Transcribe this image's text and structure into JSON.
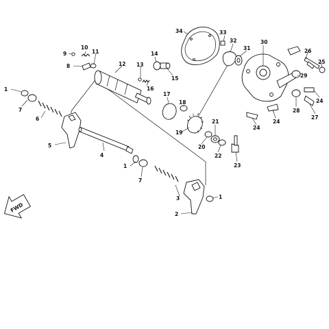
{
  "diagram": {
    "direction_label": "FWD",
    "callouts": [
      {
        "id": "c1a",
        "text": "1"
      },
      {
        "id": "c1b",
        "text": "1"
      },
      {
        "id": "c1c",
        "text": "1"
      },
      {
        "id": "c2",
        "text": "2"
      },
      {
        "id": "c3",
        "text": "3"
      },
      {
        "id": "c4",
        "text": "4"
      },
      {
        "id": "c5",
        "text": "5"
      },
      {
        "id": "c6",
        "text": "6"
      },
      {
        "id": "c7a",
        "text": "7"
      },
      {
        "id": "c7b",
        "text": "7"
      },
      {
        "id": "c8",
        "text": "8"
      },
      {
        "id": "c9",
        "text": "9"
      },
      {
        "id": "c10",
        "text": "10"
      },
      {
        "id": "c11",
        "text": "11"
      },
      {
        "id": "c12",
        "text": "12"
      },
      {
        "id": "c13",
        "text": "13"
      },
      {
        "id": "c14",
        "text": "14"
      },
      {
        "id": "c15",
        "text": "15"
      },
      {
        "id": "c16",
        "text": "16"
      },
      {
        "id": "c17",
        "text": "17"
      },
      {
        "id": "c18",
        "text": "18"
      },
      {
        "id": "c19",
        "text": "19"
      },
      {
        "id": "c20",
        "text": "20"
      },
      {
        "id": "c21",
        "text": "21"
      },
      {
        "id": "c22",
        "text": "22"
      },
      {
        "id": "c23",
        "text": "23"
      },
      {
        "id": "c24a",
        "text": "24"
      },
      {
        "id": "c24b",
        "text": "24"
      },
      {
        "id": "c24c",
        "text": "24"
      },
      {
        "id": "c25",
        "text": "25"
      },
      {
        "id": "c26",
        "text": "26"
      },
      {
        "id": "c27",
        "text": "27"
      },
      {
        "id": "c28",
        "text": "28"
      },
      {
        "id": "c29",
        "text": "29"
      },
      {
        "id": "c30",
        "text": "30"
      },
      {
        "id": "c31",
        "text": "31"
      },
      {
        "id": "c32",
        "text": "32"
      },
      {
        "id": "c33",
        "text": "33"
      },
      {
        "id": "c34",
        "text": "34"
      }
    ]
  }
}
